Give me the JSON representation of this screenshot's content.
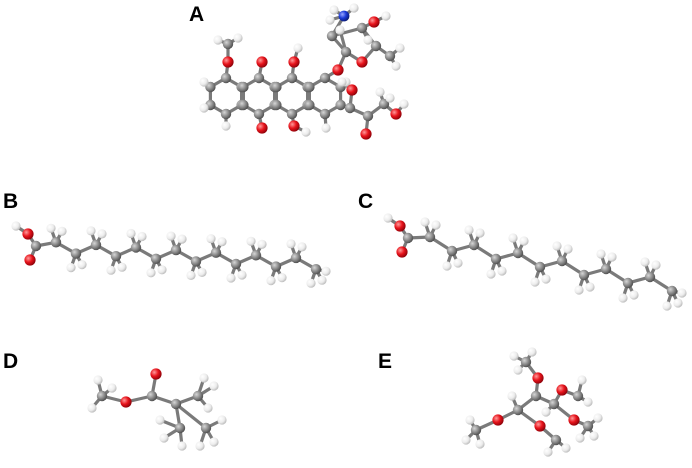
{
  "figure": {
    "panels": [
      {
        "label": "A",
        "molecule": "anthracycline"
      },
      {
        "label": "B",
        "molecule": "long-chain-fatty-acid"
      },
      {
        "label": "C",
        "molecule": "fatty-acid"
      },
      {
        "label": "D",
        "molecule": "branched-ester"
      },
      {
        "label": "E",
        "molecule": "methoxy-ether"
      }
    ]
  },
  "colors": {
    "carbon": "#8a8a8a",
    "hydrogen": "#efefef",
    "oxygen": "#e8141c",
    "nitrogen": "#1b3ad8",
    "bond": "#7a7a7a"
  }
}
